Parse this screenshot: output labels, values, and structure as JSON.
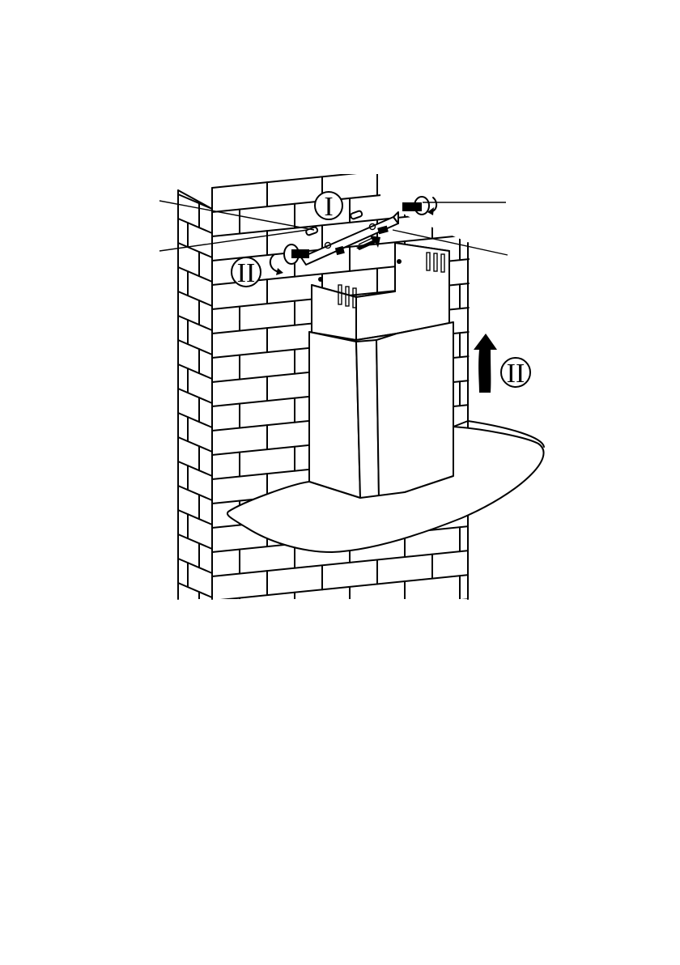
{
  "step_labels": {
    "bracket_step": "I",
    "screw_step": "II",
    "lift_step": "II"
  },
  "parts": {
    "wall": "brick-wall",
    "chimney": "chimney-cover",
    "hood": "hood-canopy",
    "bracket": "mounting-bracket",
    "screws": "fixing-screws",
    "arrow_push": "push-arrow-icon",
    "arrow_lift": "lift-arrow-icon",
    "rotate": "rotate-arrow-icon"
  },
  "colors": {
    "line": "#000000",
    "background": "#ffffff"
  }
}
